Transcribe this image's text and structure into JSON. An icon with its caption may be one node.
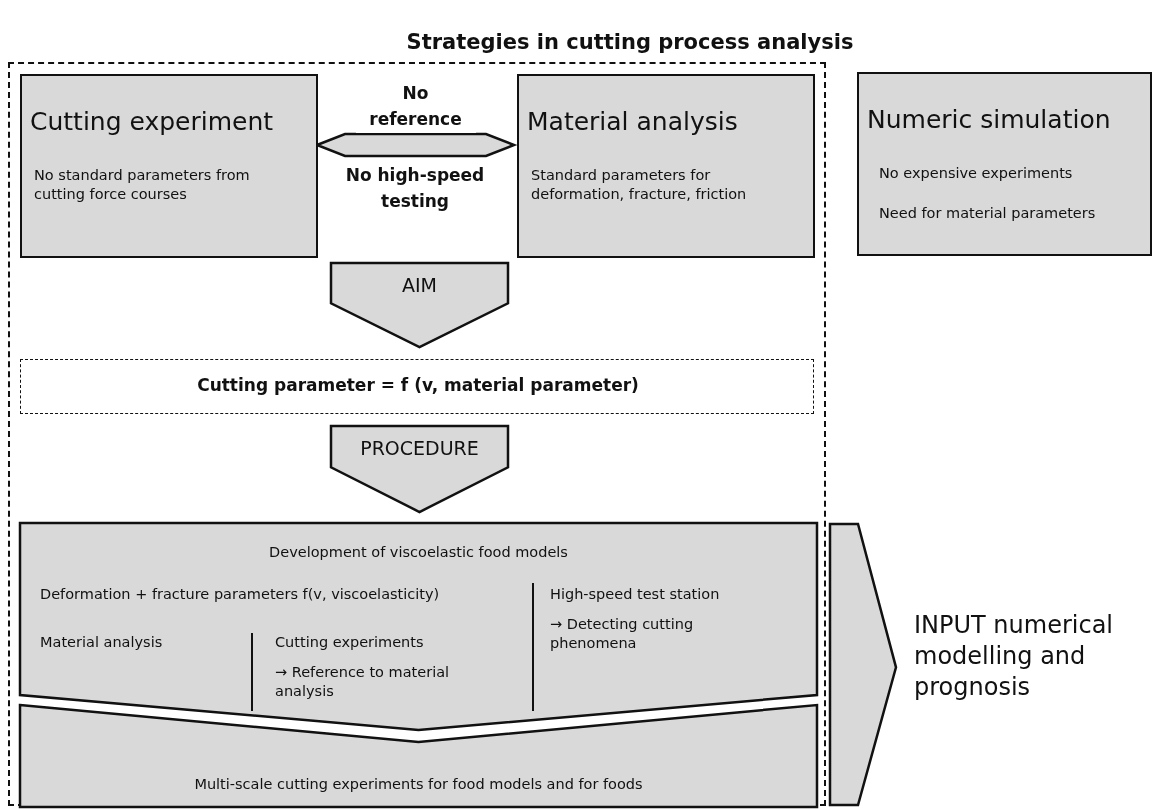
{
  "diagram": {
    "title": "Strategies in cutting process analysis",
    "nodes": [
      {
        "text": [],
        "shape": "box"
      },
      {
        "text": [
          "Cutting experiment",
          "No standard parameters from cutting force courses"
        ],
        "in": 0
      },
      {
        "text": [
          "Material analysis",
          "Standard parameters for deformation, fracture, friction"
        ],
        "in": 0
      },
      {
        "text": [
          "Numeric simulation",
          "No expensive experiments",
          "Need for material parameters"
        ]
      },
      {
        "text": [
          "AIM"
        ],
        "in": 0
      },
      {
        "text": [
          "Cutting parameter = f (v, material parameter)"
        ],
        "in": 0
      },
      {
        "text": [
          "PROCEDURE"
        ],
        "in": 0
      },
      {
        "text": [
          "Development of viscoelastic food models",
          "Deformation + fracture parameters f(v, viscoelasticity)",
          "Material analysis",
          "Cutting experiments",
          "→ Reference to material analysis",
          "High-speed test station",
          "→ Detecting cutting phenomena"
        ],
        "in": 0
      },
      {
        "text": [
          "Multi-scale cutting experiments for food models and for foods"
        ],
        "in": 0
      },
      {
        "text": [],
        "shape": "arrow",
        "beside": [
          "INPUT numerical modelling and prognosis"
        ]
      }
    ],
    "edges": [
      {
        "from": 1,
        "to": 2,
        "arrow": "both",
        "label": "No reference"
      }
    ],
    "labels": [
      "No high-speed testing"
    ]
  }
}
